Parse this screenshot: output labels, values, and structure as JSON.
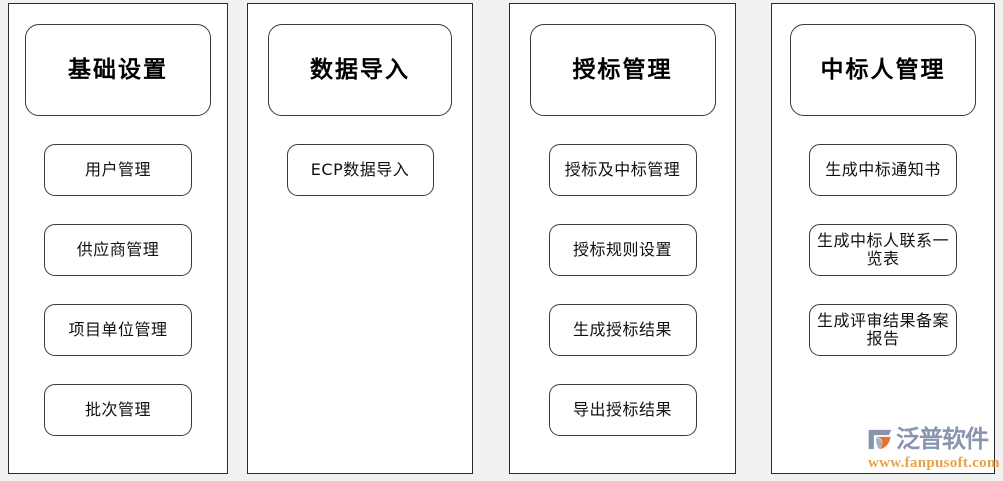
{
  "page": {
    "background_color": "#f1f1f1",
    "panel_background": "#ffffff",
    "border_color": "#2b2b2b"
  },
  "columns": [
    {
      "id": "basic-settings",
      "header": "基础设置",
      "items": [
        {
          "label": "用户管理"
        },
        {
          "label": "供应商管理"
        },
        {
          "label": "项目单位管理"
        },
        {
          "label": "批次管理"
        }
      ]
    },
    {
      "id": "data-import",
      "header": "数据导入",
      "items": [
        {
          "label": "ECP数据导入"
        }
      ]
    },
    {
      "id": "award-management",
      "header": "授标管理",
      "items": [
        {
          "label": "授标及中标管理"
        },
        {
          "label": "授标规则设置"
        },
        {
          "label": "生成授标结果"
        },
        {
          "label": "导出授标结果"
        }
      ]
    },
    {
      "id": "winner-management",
      "header": "中标人管理",
      "items": [
        {
          "label": "生成中标通知书"
        },
        {
          "label": "生成中标人联系一览表"
        },
        {
          "label": "生成评审结果备案报告"
        }
      ]
    }
  ],
  "watermark": {
    "logo_icon": "fanpu-logo-icon",
    "brand": "泛普软件",
    "url": "www.fanpusoft.com",
    "brand_color": "#8894b0",
    "url_color": "#e8a24a",
    "accent_color": "#e0762f"
  }
}
